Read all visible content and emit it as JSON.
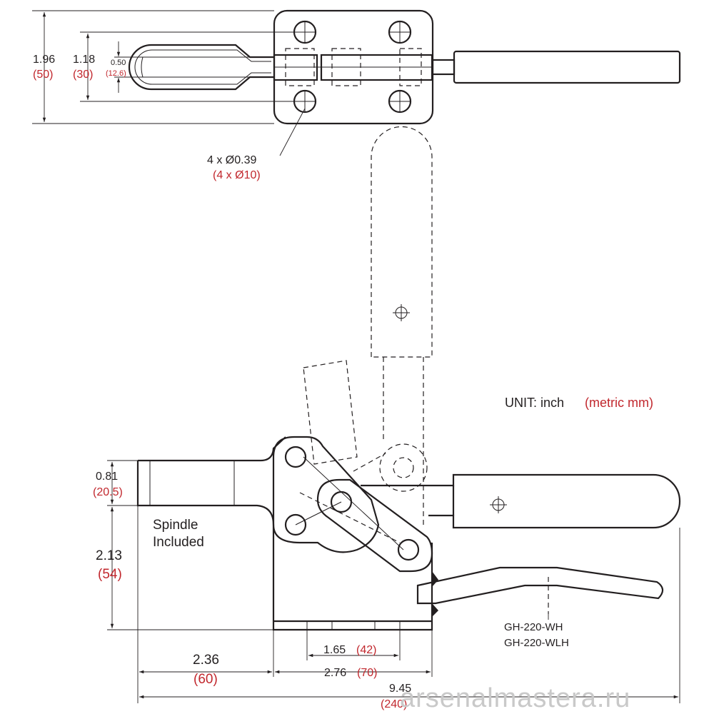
{
  "top_view": {
    "dims": {
      "overall_height_in": "1.96",
      "overall_height_mm": "(50)",
      "bolt_spacing_in": "1.18",
      "bolt_spacing_mm": "(30)",
      "handle_width_in": "0.50",
      "handle_width_mm": "(12.6)"
    },
    "holes_in": "4 x Ø0.39",
    "holes_mm": "(4 x Ø10)"
  },
  "side_view": {
    "dims": {
      "spindle_height_in": "0.81",
      "spindle_height_mm": "(20.5)",
      "base_height_in": "2.13",
      "base_height_mm": "(54)",
      "hole_spacing_in": "1.65",
      "hole_spacing_mm": "(42)",
      "spindle_reach_in": "2.36",
      "spindle_reach_mm": "(60)",
      "base_length_in": "2.76",
      "base_length_mm": "(70)",
      "overall_length_in": "9.45",
      "overall_length_mm": "(240)"
    },
    "spindle_label_1": "Spindle",
    "spindle_label_2": "Included",
    "variant_1": "GH-220-WH",
    "variant_2": "GH-220-WLH"
  },
  "unit": {
    "prefix": "UNIT:  inch",
    "metric": "(metric mm)"
  },
  "watermark": "arsenalmastera.ru",
  "colors": {
    "line": "#231f20",
    "metric_text": "#c1272d",
    "watermark": "#c9c9c9"
  }
}
